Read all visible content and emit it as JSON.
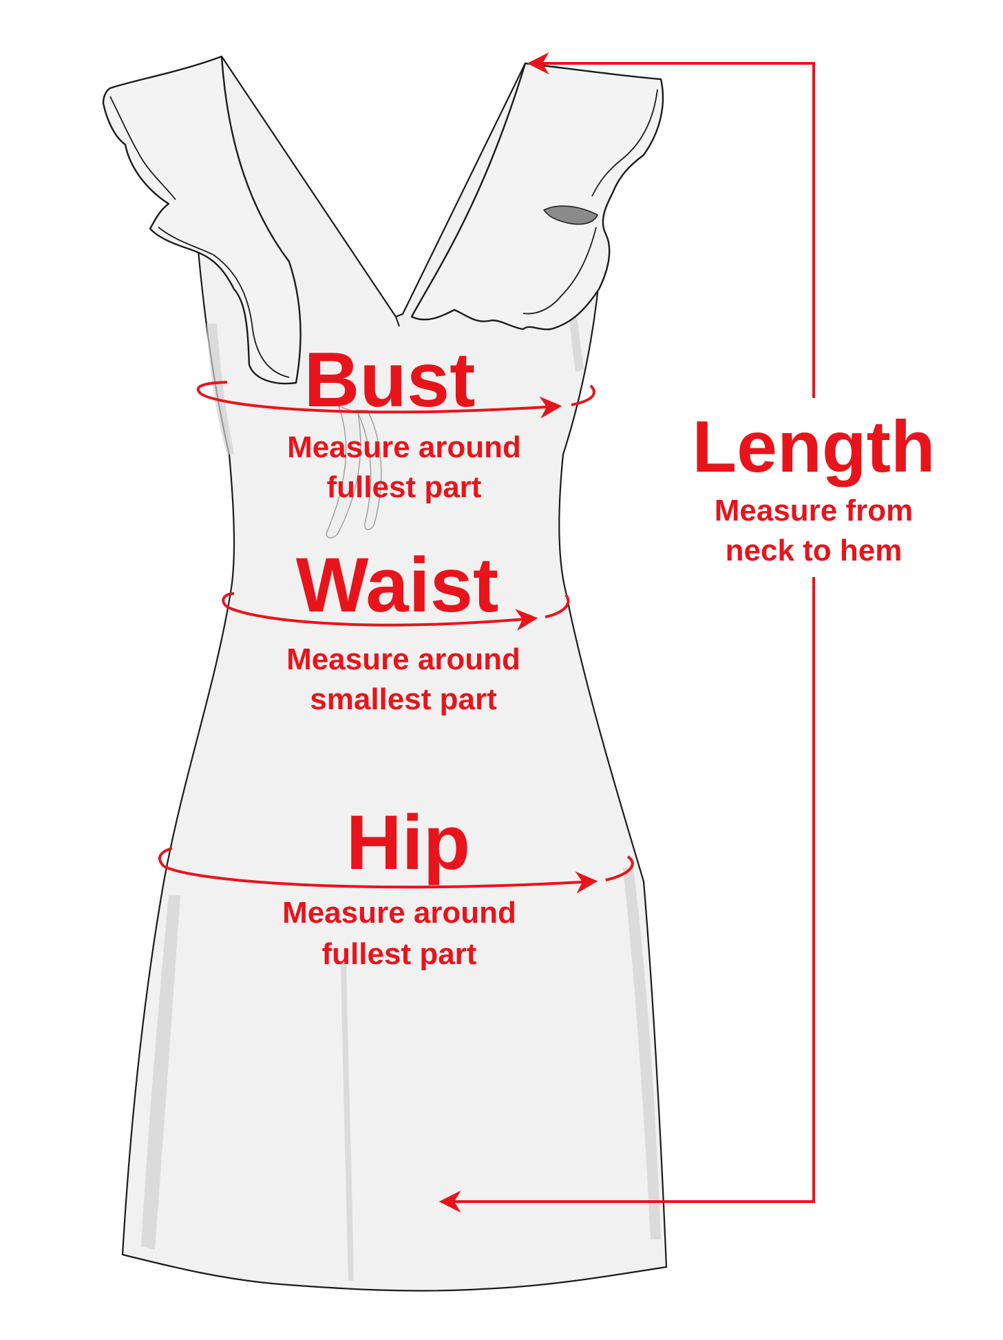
{
  "colors": {
    "accent": "#e8141b",
    "garment_fill": "#f1f1f1",
    "garment_shadow": "#d2d2d2",
    "outline": "#1a1a1a"
  },
  "measurements": {
    "bust": {
      "title": "Bust",
      "line1": "Measure around",
      "line2": "fullest part"
    },
    "waist": {
      "title": "Waist",
      "line1": "Measure around",
      "line2": "smallest part"
    },
    "hip": {
      "title": "Hip",
      "line1": "Measure around",
      "line2": "fullest part"
    },
    "length": {
      "title": "Length",
      "line1": "Measure from",
      "line2": "neck to hem"
    }
  }
}
